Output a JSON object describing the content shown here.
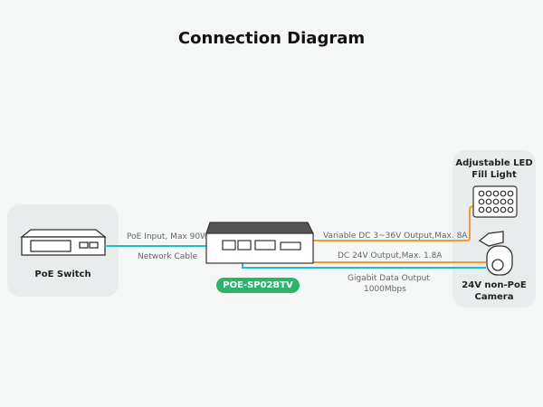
{
  "title": "Connection Diagram",
  "devices": {
    "switch": {
      "label": "PoE Switch",
      "icon": "poe-switch-icon"
    },
    "splitter": {
      "model": "POE-SP02BTV",
      "icon": "poe-splitter-icon"
    },
    "light": {
      "label_line1": "Adjustable LED",
      "label_line2": "Fill Light",
      "icon": "led-fill-light-icon"
    },
    "camera": {
      "label_line1": "24V non-PoE",
      "label_line2": "Camera",
      "icon": "ptz-camera-icon"
    }
  },
  "connections": {
    "input_label": "PoE Input, Max 90W",
    "cable_label": "Network Cable",
    "variable_output": "Variable DC 3~36V Output,Max. 8A",
    "dc_output": "DC 24V Output,Max. 1.8A",
    "data_output_line1": "Gigabit Data Output",
    "data_output_line2": "1000Mbps"
  },
  "colors": {
    "network": "#1bbcd4",
    "power": "#f39a2b",
    "badge": "#2fb36a"
  }
}
